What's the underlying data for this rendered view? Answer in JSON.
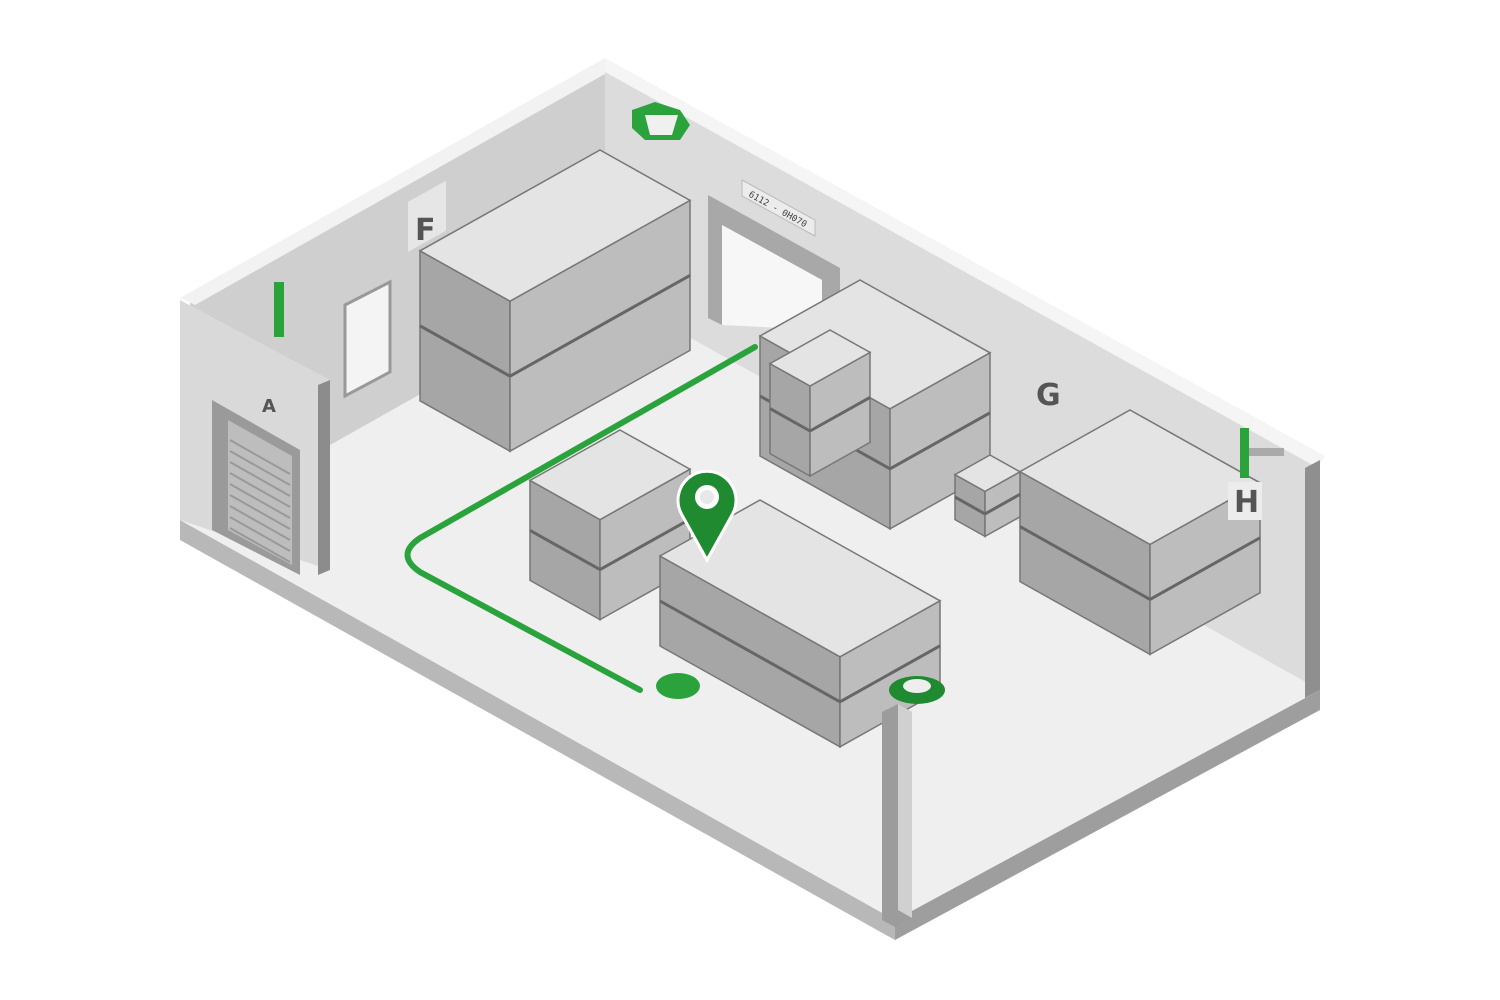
{
  "zones": [
    {
      "id": "zone-a",
      "label": "A"
    },
    {
      "id": "zone-f",
      "label": "F"
    },
    {
      "id": "zone-g",
      "label": "G"
    },
    {
      "id": "zone-h",
      "label": "H"
    }
  ],
  "door_sign": "6112 - 0H070",
  "colors": {
    "accent": "#2aa33c",
    "accent_dark": "#1f8a30",
    "floor": "#efefef",
    "wall": "#d4d4d4",
    "wall_dark": "#a9a9a9",
    "rack": "#c8c8c8"
  },
  "icons": [
    "location-pin-icon",
    "route-start-dot-icon",
    "sensor-icon"
  ]
}
